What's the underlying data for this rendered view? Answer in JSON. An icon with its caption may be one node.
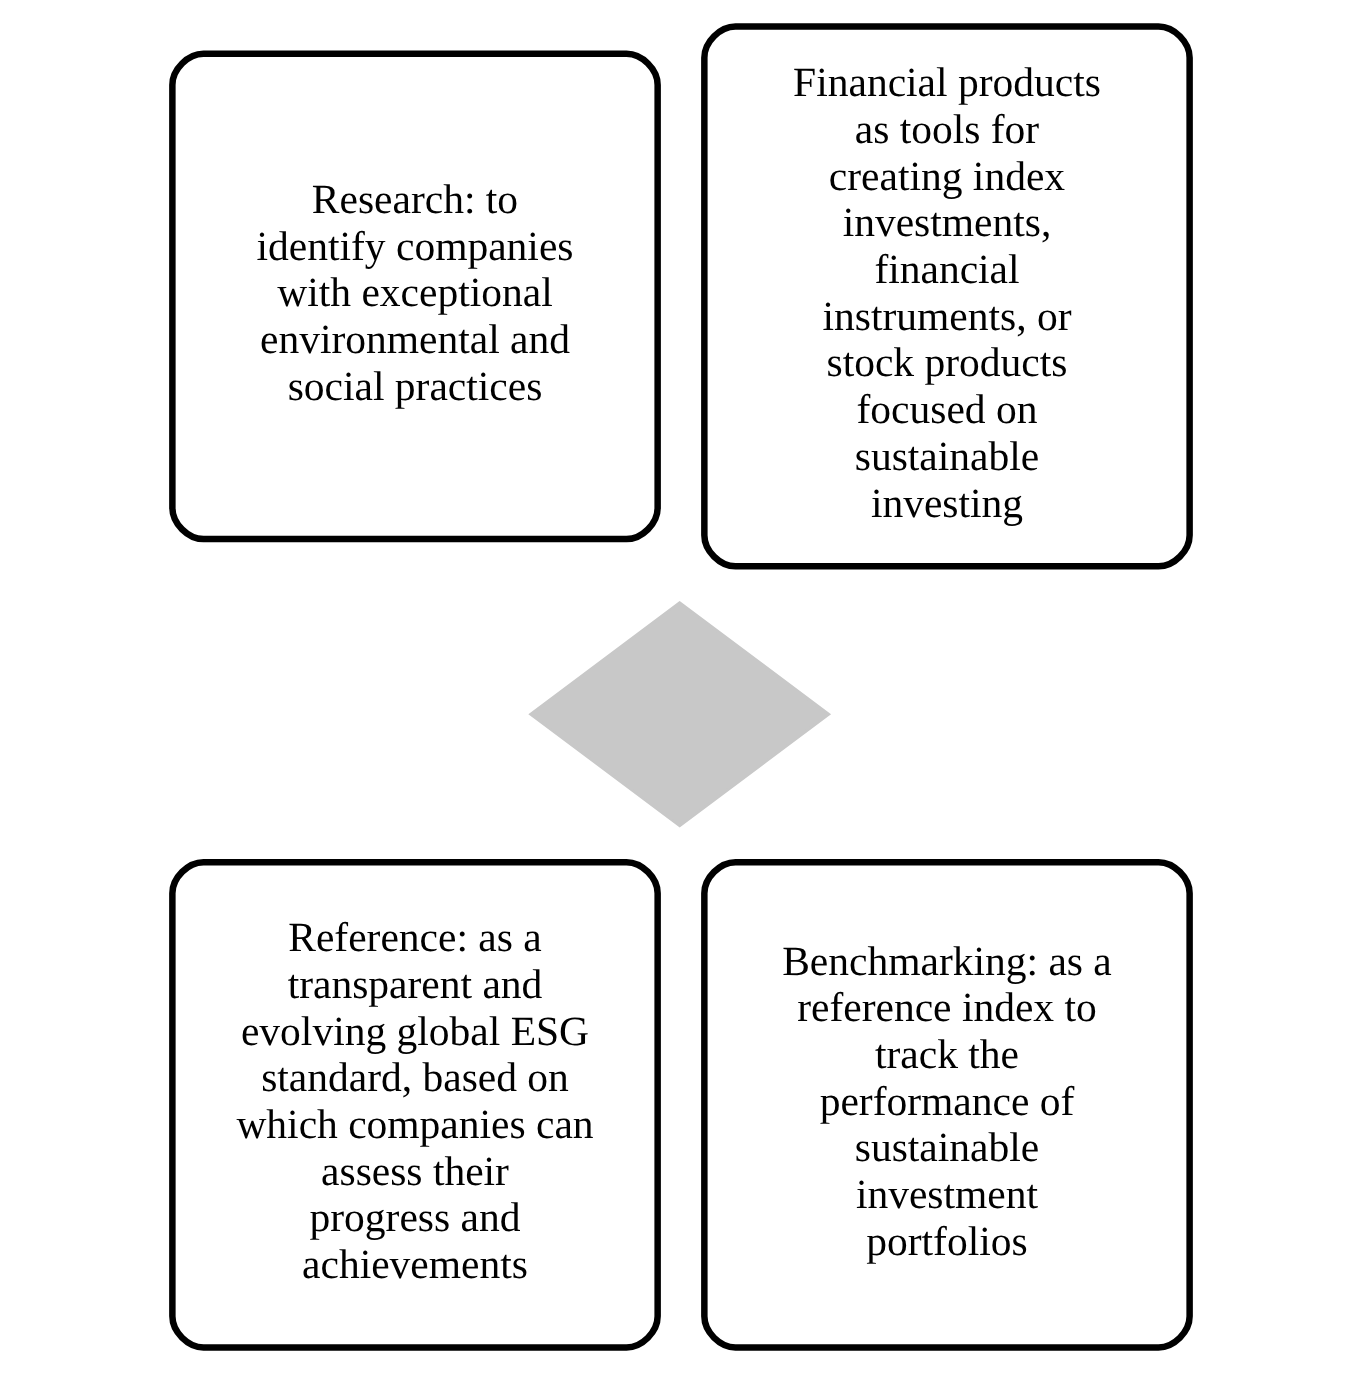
{
  "diagram": {
    "nodes": [
      {
        "text": [],
        "shape": "diamond"
      },
      {
        "text": [
          "Research: to identify companies with exceptional environmental and social practices"
        ]
      },
      {
        "text": [
          "Financial products as tools for creating index investments, financial instruments, or stock products focused on sustainable investing"
        ]
      },
      {
        "text": [
          "Reference: as a transparent and evolving global ESG standard, based on which companies can assess their progress and achievements"
        ]
      },
      {
        "text": [
          "Benchmarking: as a reference index to track the performance of sustainable investment portfolios"
        ]
      }
    ],
    "edges": []
  }
}
